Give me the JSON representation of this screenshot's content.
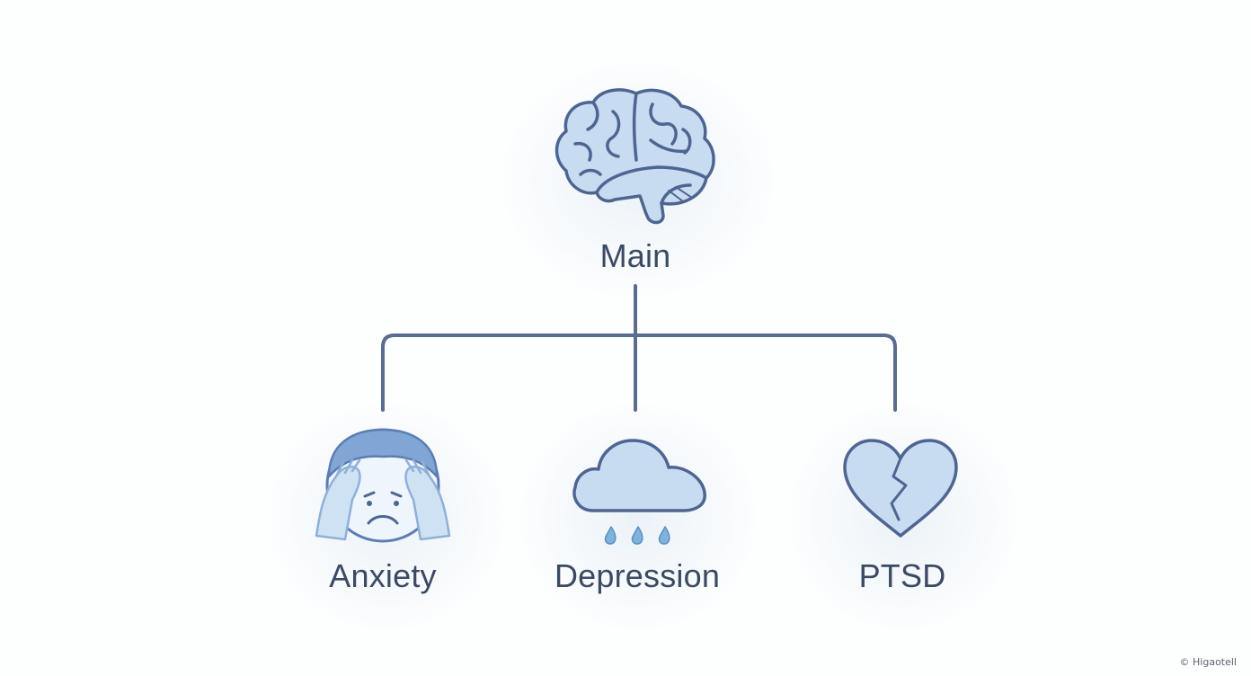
{
  "nodes": {
    "root": {
      "label": "Main",
      "icon": "brain-icon"
    },
    "children": [
      {
        "label": "Anxiety",
        "icon": "anxious-face-icon"
      },
      {
        "label": "Depression",
        "icon": "rain-cloud-icon"
      },
      {
        "label": "PTSD",
        "icon": "broken-heart-icon"
      }
    ]
  },
  "credit": "© Higaotell",
  "colors": {
    "line": "#5a6d8f",
    "icon_fill": "#c7dcf0",
    "icon_stroke": "#4e6592",
    "text": "#3b4a63",
    "drop": "#7fb3dc"
  }
}
